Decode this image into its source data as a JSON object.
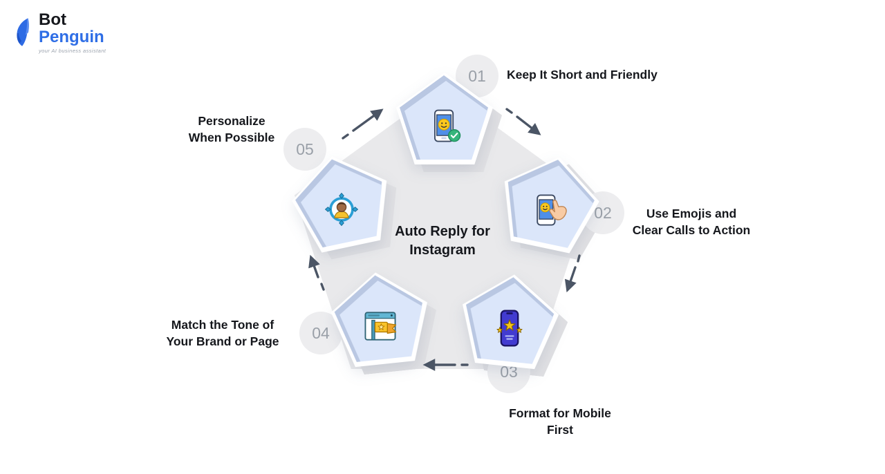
{
  "logo": {
    "brand_top": "Bot",
    "brand_bottom": "Penguin",
    "tagline": "your AI business assistant"
  },
  "center": {
    "lines": [
      "Auto Reply for",
      "Instagram"
    ]
  },
  "steps": [
    {
      "number": "01",
      "icon": "phone-smiley-check-icon",
      "lines": [
        "Keep It Short and Friendly"
      ]
    },
    {
      "number": "02",
      "icon": "phone-smiley-tap-icon",
      "lines": [
        "Use Emojis and",
        "Clear Calls to Action"
      ]
    },
    {
      "number": "03",
      "icon": "phone-stars-icon",
      "lines": [
        "Format for Mobile",
        "First"
      ]
    },
    {
      "number": "04",
      "icon": "browser-flag-icon",
      "lines": [
        "Match the Tone of",
        "Your Brand or Page"
      ]
    },
    {
      "number": "05",
      "icon": "person-target-icon",
      "lines": [
        "Personalize",
        "When Possible"
      ]
    }
  ],
  "colors": {
    "brand_blue": "#2f6ee6",
    "node_fill": "#dbe6fa",
    "node_edge": "#b9c7e2",
    "center_gray": "#e9e9eb",
    "shadow_gray": "#e0e0e3",
    "number_gray": "#9aa0a8",
    "arrow_gray": "#4b5565",
    "text_dark": "#15171c"
  }
}
